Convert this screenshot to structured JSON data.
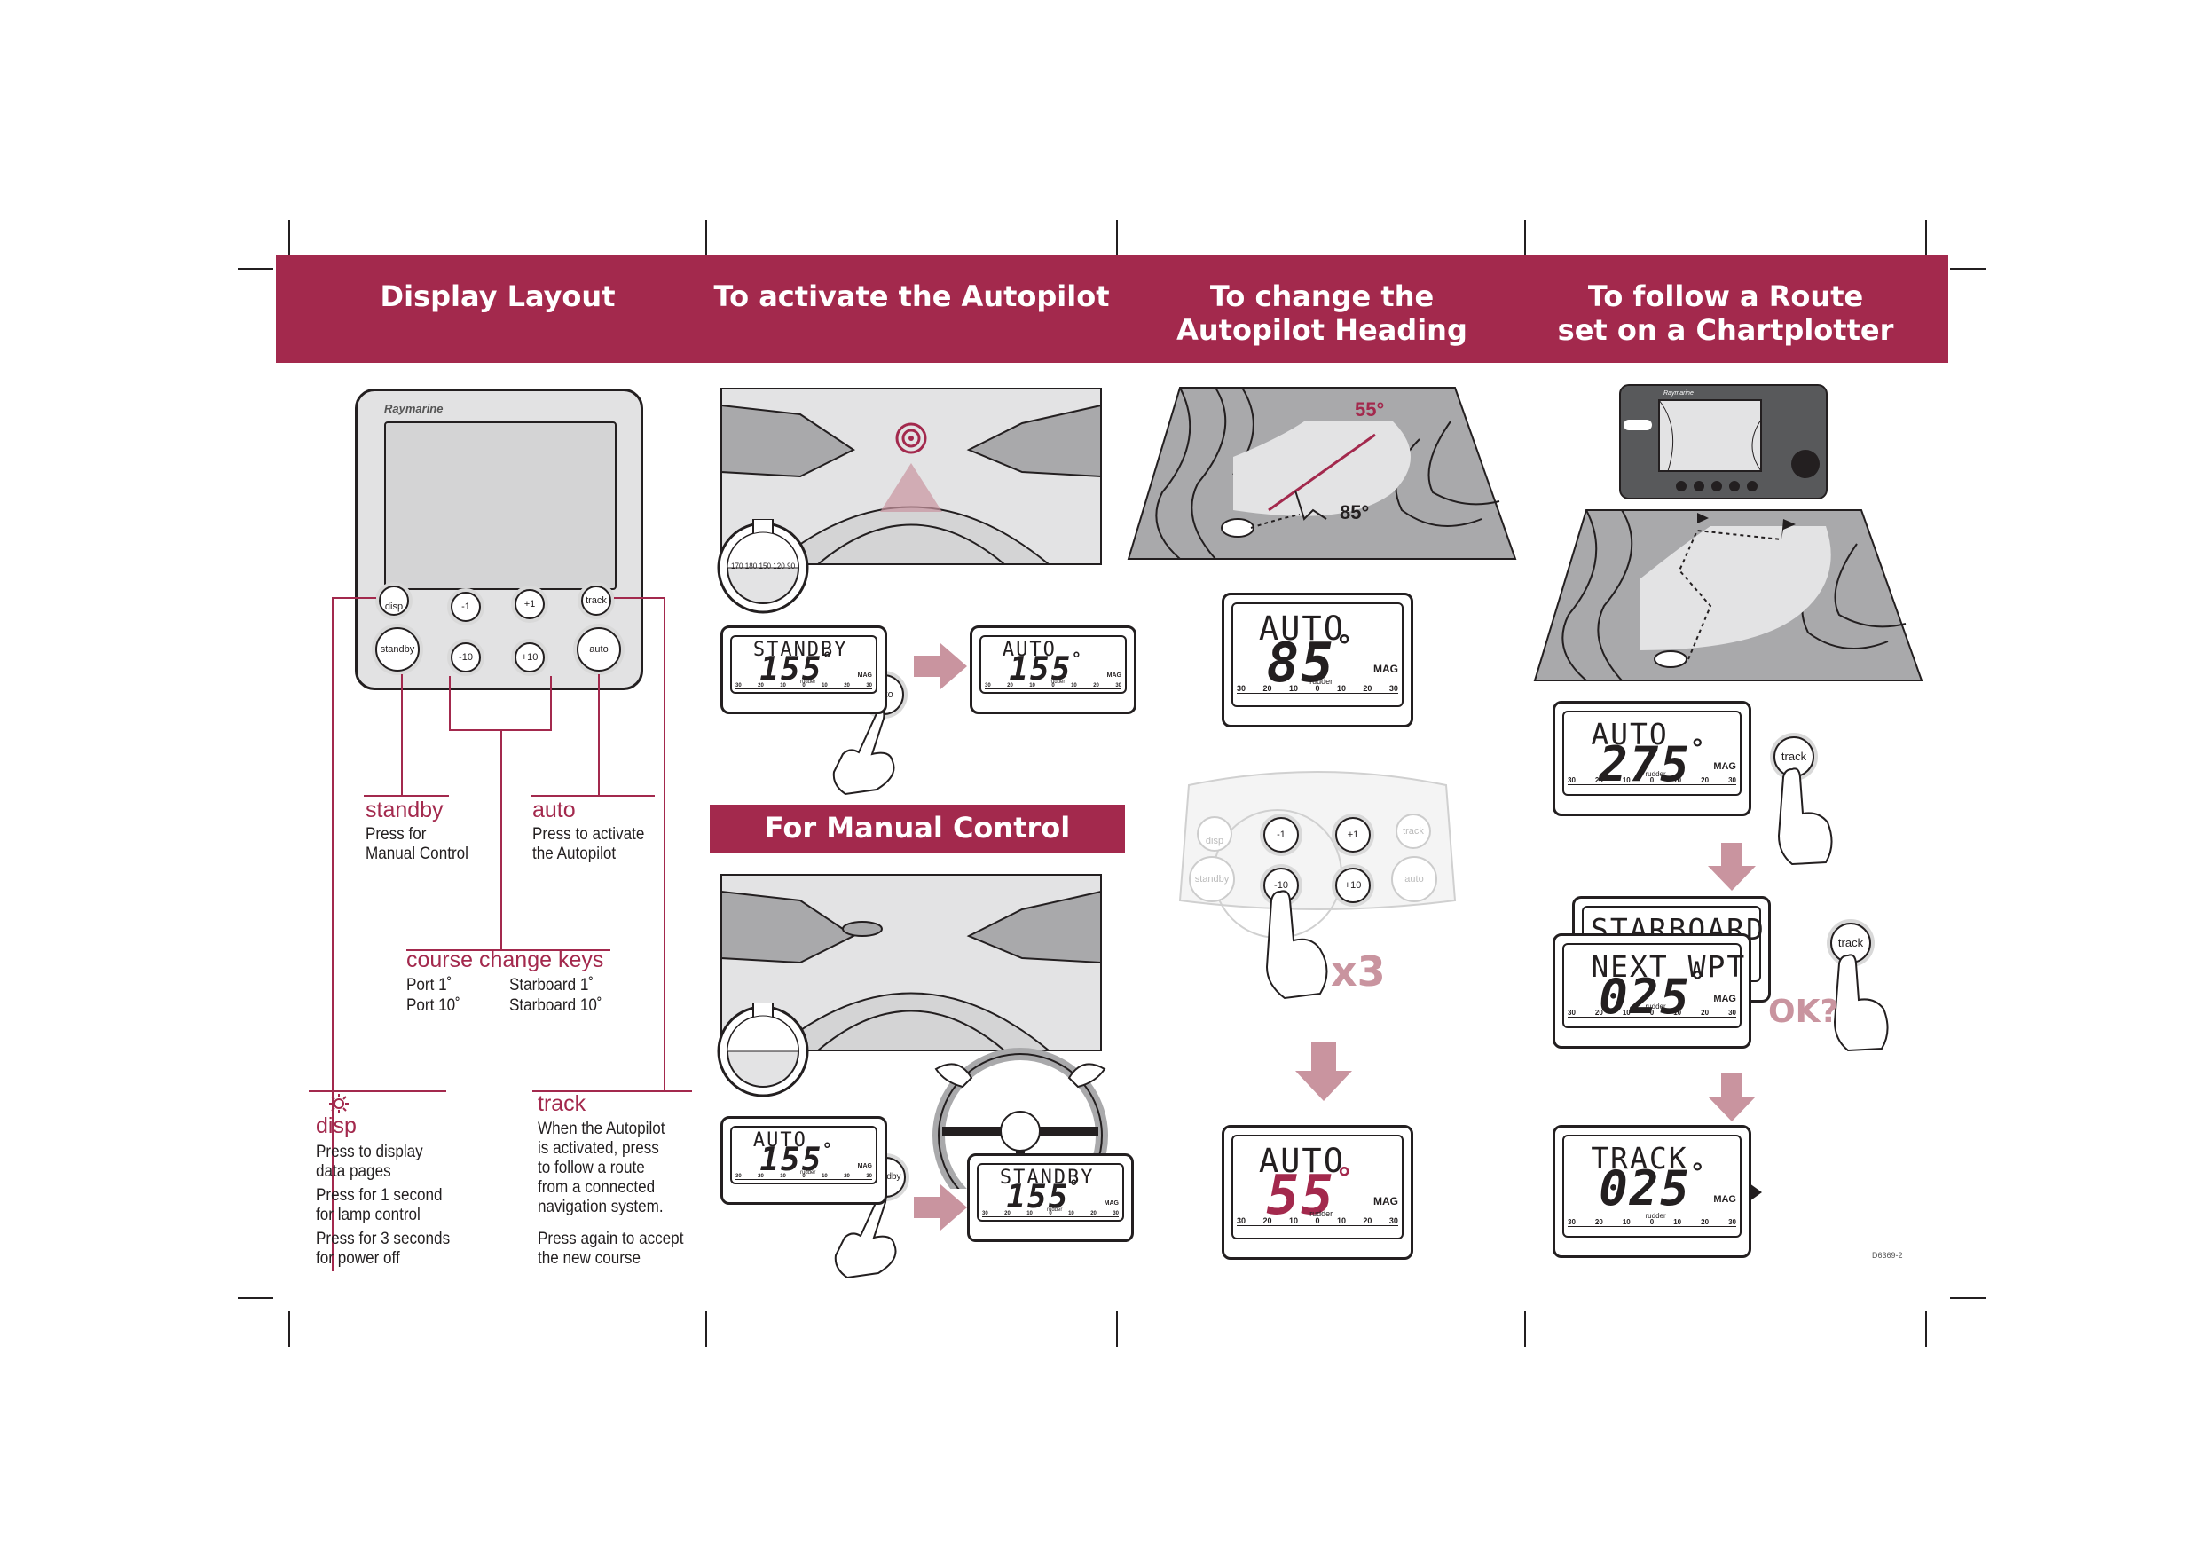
{
  "headers": {
    "display_layout": "Display Layout",
    "activate": "To activate the Autopilot",
    "change_heading": "To change the\nAutopilot Heading",
    "follow_route": "To follow a Route\nset on a Chartplotter",
    "manual_control": "For Manual Control"
  },
  "device": {
    "brand": "Raymarine",
    "buttons": {
      "disp": "disp",
      "minus1": "-1",
      "plus1": "+1",
      "track": "track",
      "standby": "standby",
      "minus10": "-10",
      "plus10": "+10",
      "auto": "auto"
    }
  },
  "labels": {
    "standby_title": "standby",
    "standby_text": "Press for\nManual Control",
    "auto_title": "auto",
    "auto_text": "Press to activate\nthe Autopilot",
    "course_title": "course change keys",
    "port1": "Port   1˚",
    "port10": "Port 10˚",
    "starboard1": "Starboard   1˚",
    "starboard10": "Starboard 10˚",
    "disp_title": "disp",
    "disp_text1": "Press to display\ndata pages",
    "disp_text2": "Press for 1 second\nfor lamp control",
    "disp_text3": "Press for 3 seconds\nfor power off",
    "track_title": "track",
    "track_text1": "When the Autopilot\nis activated, press\nto follow a route\nfrom a connected\nnavigation system.",
    "track_text2": "Press again to accept\nthe new course"
  },
  "lcd": {
    "mag": "MAG",
    "rudder": "rudder",
    "scale": [
      "30",
      "20",
      "10",
      "0",
      "10",
      "20",
      "30"
    ],
    "a1": {
      "mode": "STANDBY",
      "value": "155"
    },
    "a2": {
      "mode": "AUTO",
      "value": "155"
    },
    "h1": {
      "mode": "AUTO",
      "value": "85"
    },
    "h2": {
      "mode": "AUTO",
      "value": "55"
    },
    "m1": {
      "mode": "AUTO",
      "value": "155"
    },
    "m2": {
      "mode": "STANDBY",
      "value": "155"
    },
    "r1": {
      "mode": "AUTO",
      "value": "275"
    },
    "r2back": {
      "mode": "STARBOARD"
    },
    "r2": {
      "mode": "NEXT WPT",
      "value": "025"
    },
    "r3": {
      "mode": "TRACK",
      "value": "025"
    }
  },
  "misc": {
    "press_auto": "auto",
    "press_standby": "standby",
    "press_track": "track",
    "x3": "x3",
    "ok": "OK?",
    "heading_55": "55°",
    "heading_85": "85°",
    "compass_ticks": "170 180 150 120 90",
    "doc_code": "D6369-2"
  },
  "colors": {
    "accent": "#a3294d",
    "arrow": "#c9949f",
    "ink": "#231f20"
  }
}
